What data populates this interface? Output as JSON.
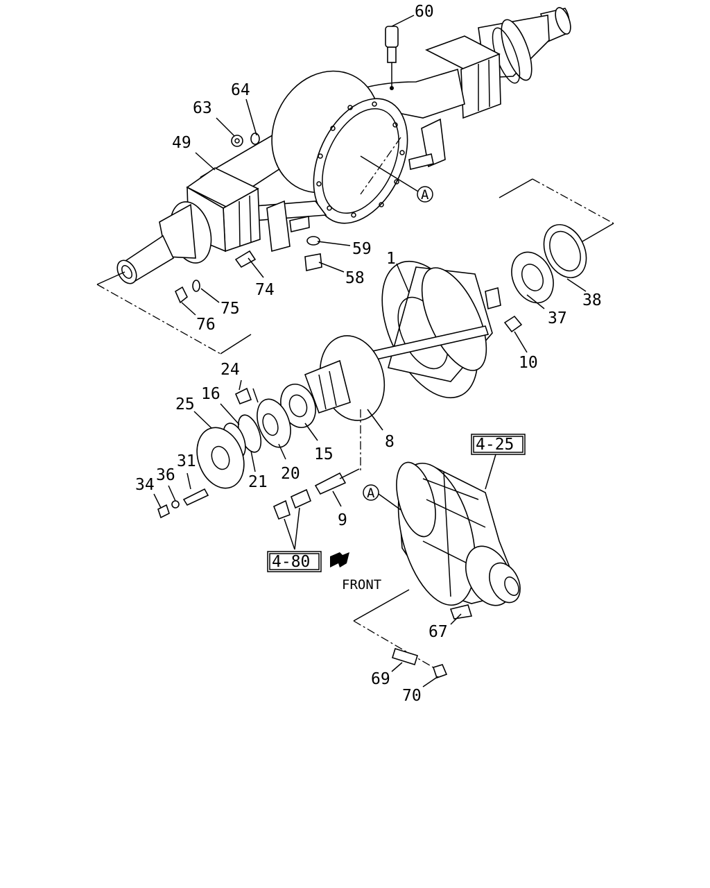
{
  "labels": {
    "p60": "60",
    "p64": "64",
    "p63": "63",
    "p49": "49",
    "pA1": "A",
    "p59": "59",
    "p58": "58",
    "p74": "74",
    "p75": "75",
    "p76": "76",
    "p1": "1",
    "p38": "38",
    "p37": "37",
    "p10": "10",
    "p24": "24",
    "p16": "16",
    "p25": "25",
    "p8": "8",
    "p15": "15",
    "p20": "20",
    "p21": "21",
    "p31": "31",
    "p36": "36",
    "p34": "34",
    "p9": "9",
    "pA2": "A",
    "p67": "67",
    "p69": "69",
    "p70": "70"
  },
  "refs": {
    "ref_4_25": "4-25",
    "ref_4_80": "4-80"
  },
  "front_label": "FRONT"
}
